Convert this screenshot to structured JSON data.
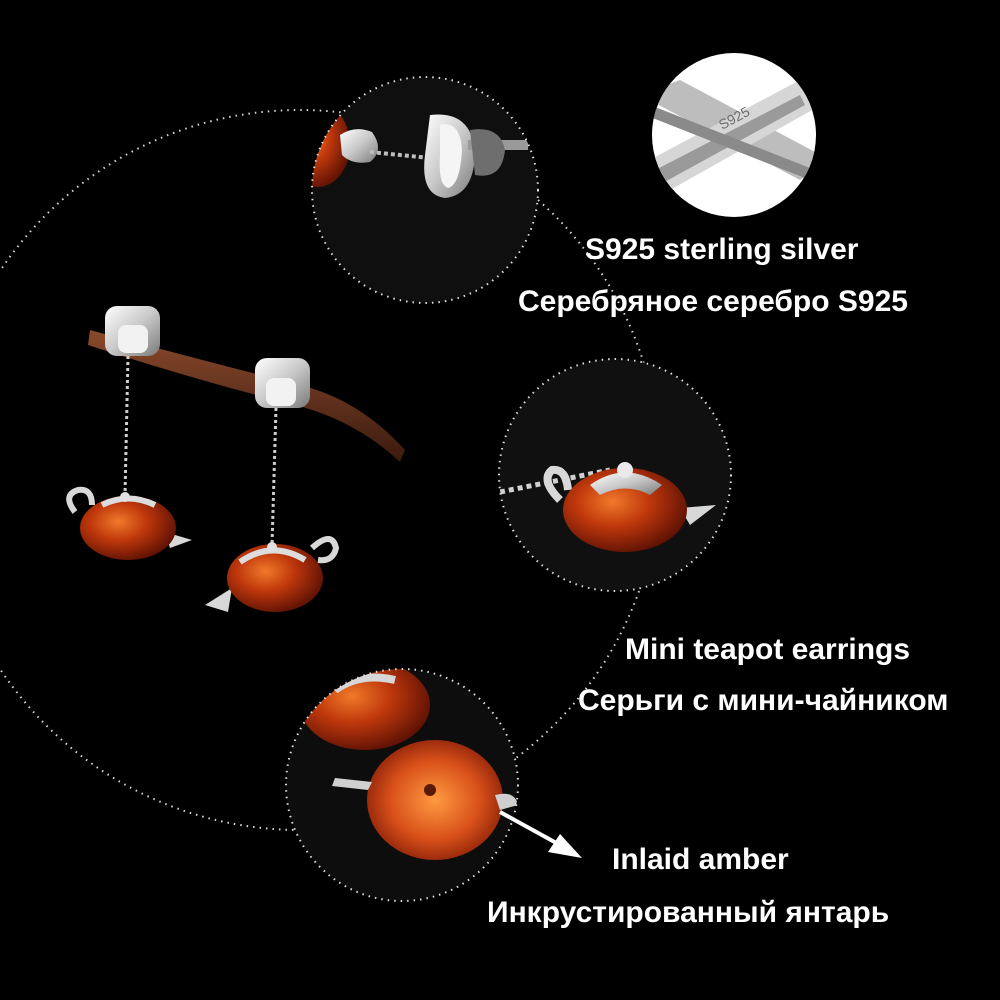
{
  "background_color": "#000000",
  "amber_color": "#b8330a",
  "silver_color": "#d8d8d8",
  "callouts": [
    {
      "title_en": "S925 sterling silver",
      "title_ru": "Серебряное серебро S925"
    },
    {
      "title_en": "Mini teapot earrings",
      "title_ru": "Серьги с мини-чайником"
    },
    {
      "title_en": "Inlaid amber",
      "title_ru": "Инкрустированный янтарь"
    }
  ],
  "stamp_text": "S925",
  "icons": [
    "arrow-icon"
  ]
}
